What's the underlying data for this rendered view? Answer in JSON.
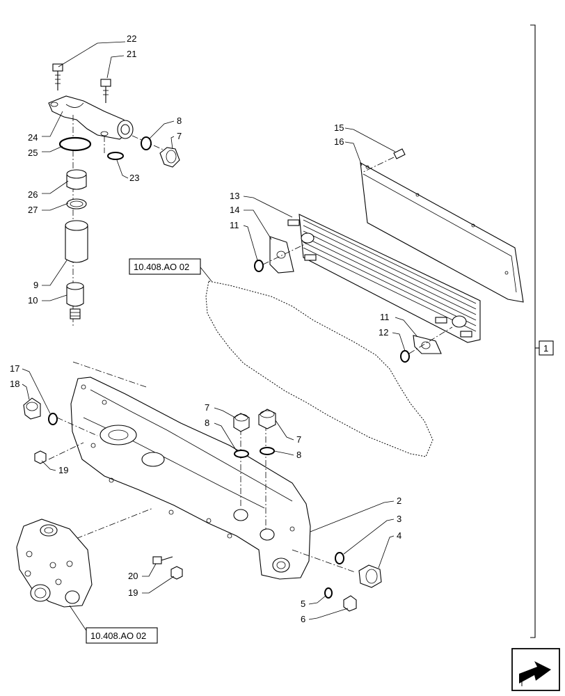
{
  "callouts": [
    {
      "id": "c22",
      "text": "22"
    },
    {
      "id": "c21",
      "text": "21"
    },
    {
      "id": "c24",
      "text": "24"
    },
    {
      "id": "c25",
      "text": "25"
    },
    {
      "id": "c26",
      "text": "26"
    },
    {
      "id": "c27",
      "text": "27"
    },
    {
      "id": "c9",
      "text": "9"
    },
    {
      "id": "c10",
      "text": "10"
    },
    {
      "id": "c8a",
      "text": "8"
    },
    {
      "id": "c7a",
      "text": "7"
    },
    {
      "id": "c23",
      "text": "23"
    },
    {
      "id": "c15",
      "text": "15"
    },
    {
      "id": "c16",
      "text": "16"
    },
    {
      "id": "c13",
      "text": "13"
    },
    {
      "id": "c14",
      "text": "14"
    },
    {
      "id": "c11a",
      "text": "11"
    },
    {
      "id": "c11b",
      "text": "11"
    },
    {
      "id": "c12",
      "text": "12"
    },
    {
      "id": "c17",
      "text": "17"
    },
    {
      "id": "c18",
      "text": "18"
    },
    {
      "id": "c19a",
      "text": "19"
    },
    {
      "id": "c7b",
      "text": "7"
    },
    {
      "id": "c8b",
      "text": "8"
    },
    {
      "id": "c7c",
      "text": "7"
    },
    {
      "id": "c8c",
      "text": "8"
    },
    {
      "id": "c2",
      "text": "2"
    },
    {
      "id": "c3",
      "text": "3"
    },
    {
      "id": "c4",
      "text": "4"
    },
    {
      "id": "c20",
      "text": "20"
    },
    {
      "id": "c19b",
      "text": "19"
    },
    {
      "id": "c5",
      "text": "5"
    },
    {
      "id": "c6",
      "text": "6"
    }
  ],
  "references": {
    "ref_top": "10.408.AO 02",
    "ref_bottom": "10.408.AO 02"
  },
  "group_label": "1",
  "nav_icon": "next-page-arrow-icon"
}
